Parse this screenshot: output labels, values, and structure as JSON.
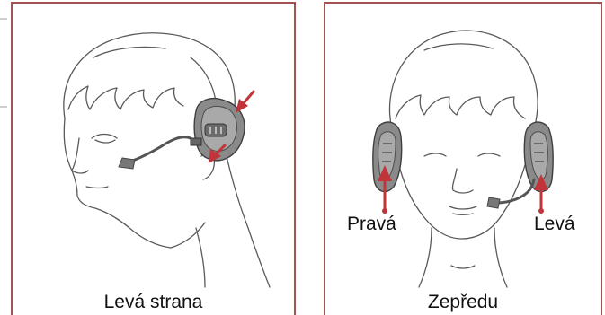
{
  "panels": {
    "left": {
      "caption": "Levá strana"
    },
    "right": {
      "caption": "Zepředu",
      "label_right": "Pravá",
      "label_left": "Levá"
    }
  },
  "colors": {
    "frame": "#a35252",
    "arrow": "#c0343a",
    "line": "#555555",
    "headset_fill": "#8a8a8a",
    "headset_dark": "#4d4d4d"
  },
  "icons": [
    "head-side-view",
    "head-front-view",
    "headset",
    "arrow-down-left",
    "arrow-up"
  ]
}
